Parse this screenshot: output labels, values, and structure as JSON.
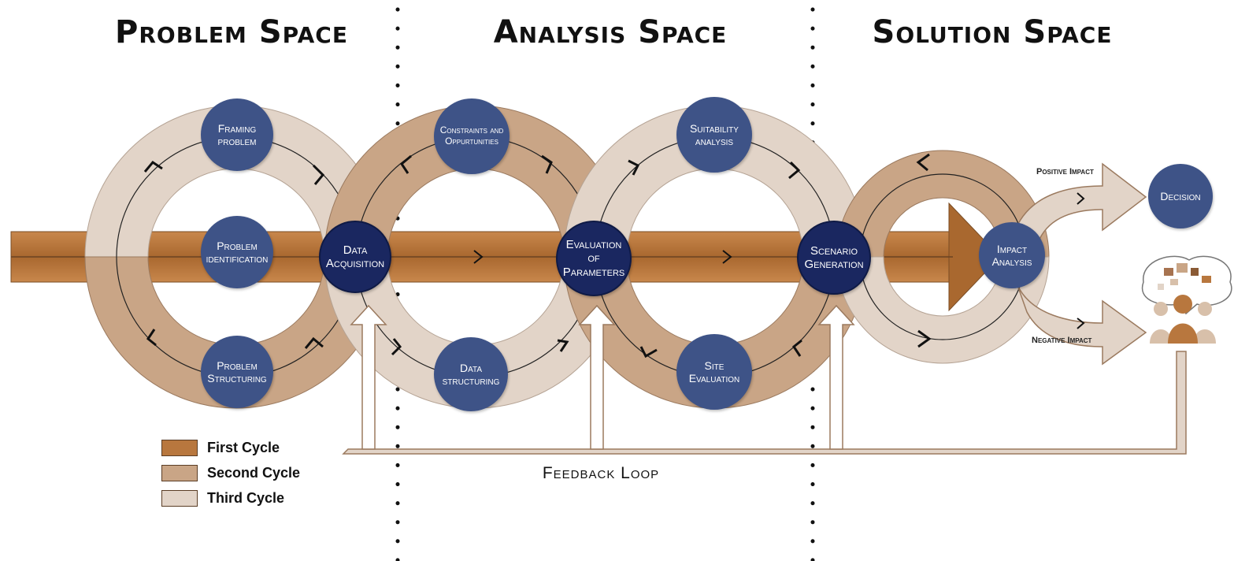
{
  "spaces": {
    "problem": "Problem Space",
    "analysis": "Analysis Space",
    "solution": "Solution Space"
  },
  "stages": {
    "framing": "Framing problem",
    "identification": "Problem identification",
    "structuring": "Problem Structuring",
    "constraints": "Constraints and Oppurtunities",
    "data_structuring": "Data structuring",
    "suitability": "Suitability analysis",
    "site_evaluation": "Site Evaluation"
  },
  "hubs": {
    "data_acquisition": "Data Acquisition",
    "evaluation": "Evaluation of Parameters",
    "scenario": "Scenario Generation",
    "impact": "Impact Analysis",
    "decision": "Decision"
  },
  "impacts": {
    "positive": "Positive Impact",
    "negative": "Negative Impact"
  },
  "legend": [
    {
      "label": "First Cycle",
      "color": "#b8773e"
    },
    {
      "label": "Second Cycle",
      "color": "#c9a586"
    },
    {
      "label": "Third Cycle",
      "color": "#e2d4c8"
    }
  ],
  "feedback_loop": "Feedback Loop",
  "colors": {
    "node_blue": "#3e5387",
    "hub_navy": "#1a2760",
    "first_cycle": "#b8773e",
    "second_cycle": "#c9a586",
    "third_cycle": "#e2d4c8"
  }
}
